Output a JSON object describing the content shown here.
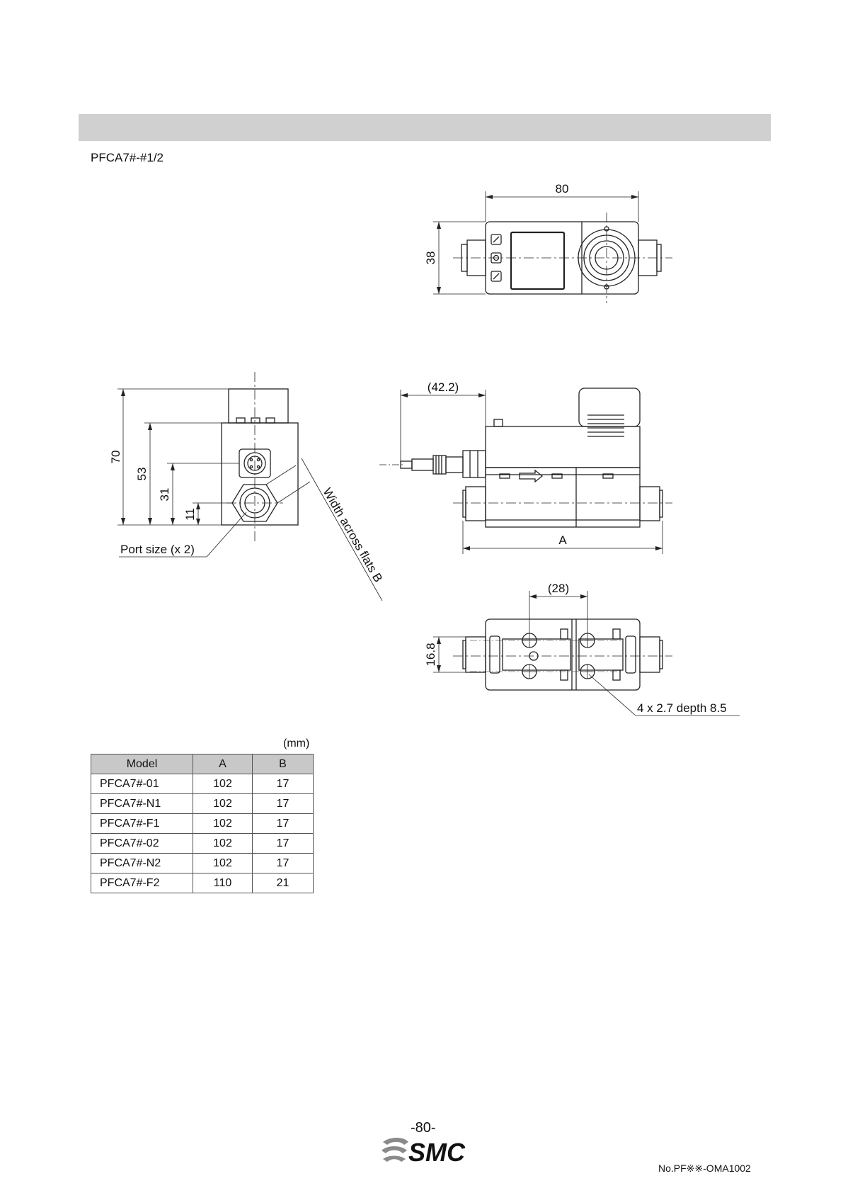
{
  "header": {
    "model_title": "PFCA7#-#1/2"
  },
  "drawings": {
    "top_view": {
      "width_dim": "80",
      "height_dim": "38"
    },
    "front_view": {
      "dim_70": "70",
      "dim_53": "53",
      "dim_31": "31",
      "dim_11": "11",
      "port_label": "Port size (x 2)",
      "flats_label": "Width across flats B"
    },
    "side_view": {
      "cable_dim": "(42.2)",
      "length_dim": "A"
    },
    "bottom_view": {
      "pitch_dim": "(28)",
      "height_dim": "16.8",
      "hole_label": "4 x 2.7 depth 8.5"
    },
    "logo_text": "SMC"
  },
  "table": {
    "units": "(mm)",
    "headers": [
      "Model",
      "A",
      "B"
    ],
    "rows": [
      [
        "PFCA7#-01",
        "102",
        "17"
      ],
      [
        "PFCA7#-N1",
        "102",
        "17"
      ],
      [
        "PFCA7#-F1",
        "102",
        "17"
      ],
      [
        "PFCA7#-02",
        "102",
        "17"
      ],
      [
        "PFCA7#-N2",
        "102",
        "17"
      ],
      [
        "PFCA7#-F2",
        "110",
        "21"
      ]
    ]
  },
  "footer": {
    "page_number": "-80-",
    "doc_number": "No.PF※※-OMA1002"
  }
}
